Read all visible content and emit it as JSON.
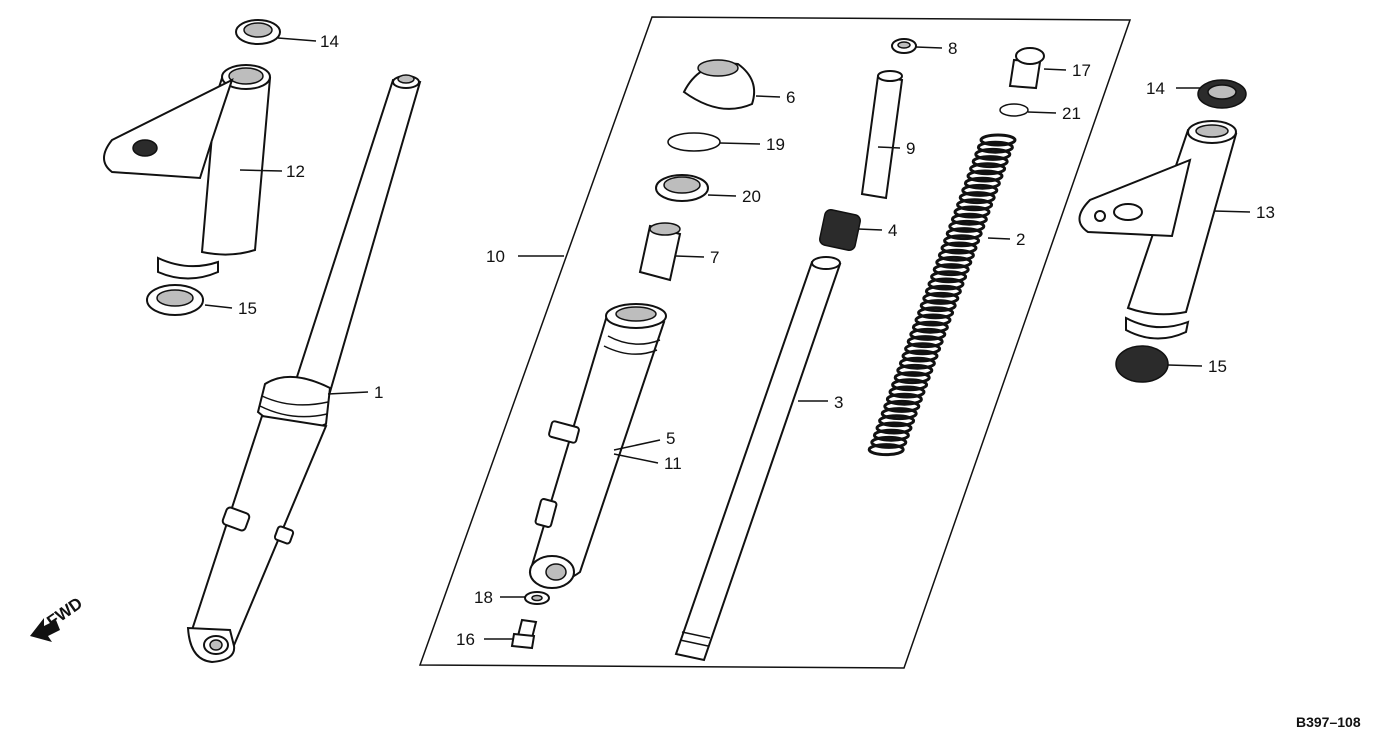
{
  "callouts": {
    "c1": "1",
    "c2": "2",
    "c3": "3",
    "c4": "4",
    "c5": "5",
    "c6": "6",
    "c7": "7",
    "c8": "8",
    "c9": "9",
    "c10": "10",
    "c11": "11",
    "c12": "12",
    "c13": "13",
    "c14a": "14",
    "c14b": "14",
    "c15a": "15",
    "c15b": "15",
    "c16": "16",
    "c17": "17",
    "c18": "18",
    "c19": "19",
    "c20": "20",
    "c21": "21"
  },
  "direction_marker": "FWD",
  "diagram_code": "B397–108"
}
